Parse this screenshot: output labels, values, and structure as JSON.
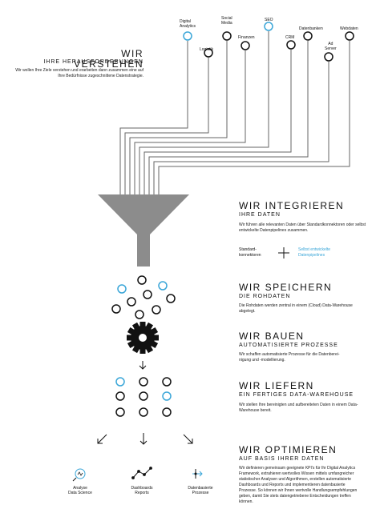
{
  "colors": {
    "accent": "#3aa6d8",
    "ink": "#111111",
    "funnel": "#8c8c8c",
    "line": "#666666"
  },
  "sources": [
    {
      "label": "Digital\nAnalytics",
      "accent": true
    },
    {
      "label": "Logistik",
      "accent": false
    },
    {
      "label": "Social\nMedia",
      "accent": false
    },
    {
      "label": "Finanzen",
      "accent": false
    },
    {
      "label": "SEO",
      "accent": true
    },
    {
      "label": "CRM",
      "accent": false
    },
    {
      "label": "Datenbanken",
      "accent": false
    },
    {
      "label": "Ad\nServer",
      "accent": false
    },
    {
      "label": "Webdaten",
      "accent": false
    }
  ],
  "intro": {
    "title": "WIR VERSTEHEN",
    "subtitle": "IHRE HERAUSFORDERUNGEN",
    "body": "Wir wollen Ihre Ziele verstehen und erarbeiten dann zusammen eine auf Ihre Bedürfnisse zugeschnittene Datenstrategie."
  },
  "integrate": {
    "title": "WIR INTEGRIEREN",
    "subtitle": "IHRE DATEN",
    "body": "Wir führen alle relevanten Daten über Standardkonnektoren oder selbst entwickelte Datenpipelines zusammen.",
    "left_label": "Standard-\nkonnektoren",
    "plus": "+",
    "right_label": "Selbst entwickelte\nDatenpipelines"
  },
  "store": {
    "title": "WIR SPEICHERN",
    "subtitle": "DIE ROHDATEN",
    "body": "Die Rohdaten werden zentral in einem (Cloud) Data-Warehouse abgelegt."
  },
  "build": {
    "title": "WIR BAUEN",
    "subtitle": "AUTOMATISIERTE PROZESSE",
    "body": "Wir schaffen automatisierte Prozesse für die Datenberei-\nnigung und -modellierung."
  },
  "deliver": {
    "title": "WIR LIEFERN",
    "subtitle": "EIN FERTIGES DATA-WAREHOUSE",
    "body": "Wir stellen Ihre bereinigten und aufbereiteten Daten in einem Data-Warehouse bereit."
  },
  "optimize": {
    "title": "WIR OPTIMIEREN",
    "subtitle": "AUF BASIS IHRER DATEN",
    "body": "Wir definieren gemeinsam geeignete KPI's für Ihr Digital Analytics Framework, extrahieren wertvolles Wissen mittels umfangreicher statistischer Analysen und Algorithmen, erstellen automatisierte Dashboards und Reports und implementieren datenbasierte Prozesse. So können wir Ihnen wertvolle Handlungsempfehlungen geben, damit Sie stets datengetriebene Entscheidungen treffen können."
  },
  "outputs": [
    {
      "label": "Analyse\nData Science",
      "icon": "magnifier-icon"
    },
    {
      "label": "Dashboards\nReports",
      "icon": "line-chart-icon"
    },
    {
      "label": "Datenbasierte\nProzesse",
      "icon": "process-arrow-icon"
    }
  ]
}
